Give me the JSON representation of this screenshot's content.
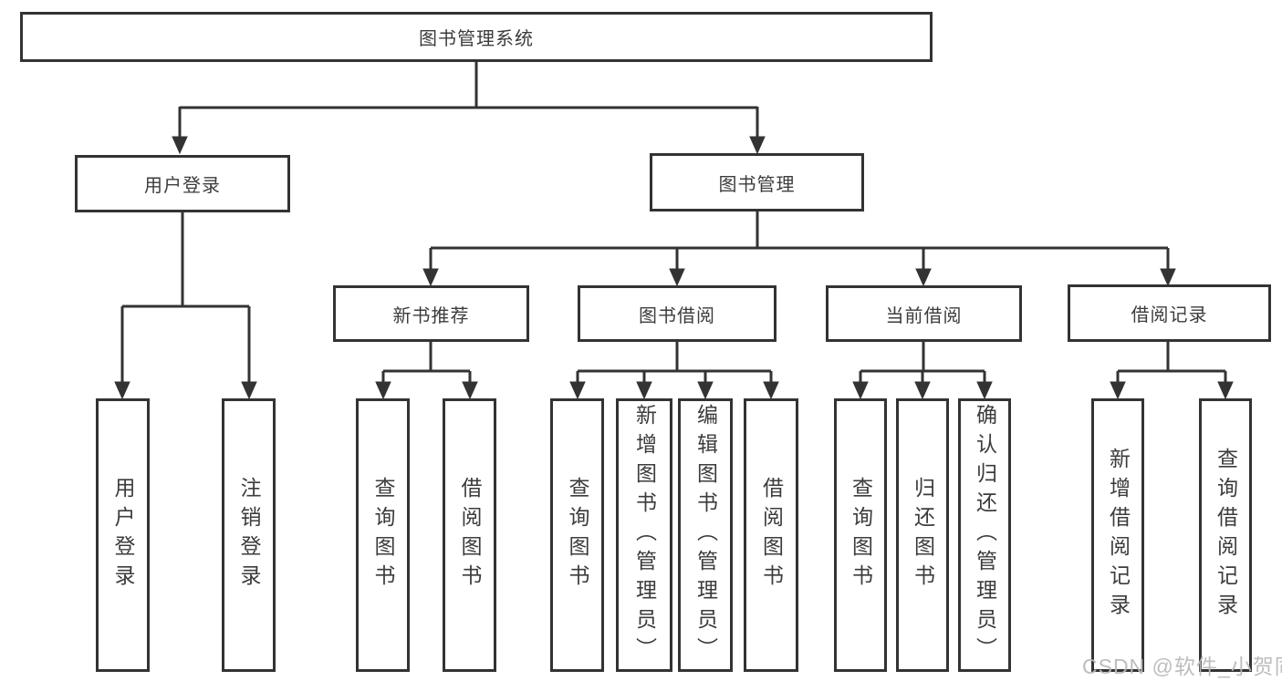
{
  "diagram": {
    "root_label": "图书管理系统",
    "branches": [
      {
        "label": "用户登录",
        "leaves": [
          {
            "label": "用户登录"
          },
          {
            "label": "注销登录"
          }
        ]
      },
      {
        "label": "图书管理",
        "groups": [
          {
            "label": "新书推荐",
            "leaves": [
              {
                "label": "查询图书"
              },
              {
                "label": "借阅图书"
              }
            ]
          },
          {
            "label": "图书借阅",
            "leaves": [
              {
                "label": "查询图书"
              },
              {
                "label": "新增图书（管理员）"
              },
              {
                "label": "编辑图书（管理员）"
              },
              {
                "label": "借阅图书"
              }
            ]
          },
          {
            "label": "当前借阅",
            "leaves": [
              {
                "label": "查询图书"
              },
              {
                "label": "归还图书"
              },
              {
                "label": "确认归还（管理员）"
              }
            ]
          },
          {
            "label": "借阅记录",
            "leaves": [
              {
                "label": "新增借阅记录"
              },
              {
                "label": "查询借阅记录"
              }
            ]
          }
        ]
      }
    ],
    "watermark": "CSDN @软件_小贺同学",
    "colors": {
      "line": "#333333",
      "text": "#3c3c3c",
      "watermark": "#b9b9b9",
      "background": "#ffffff"
    }
  }
}
